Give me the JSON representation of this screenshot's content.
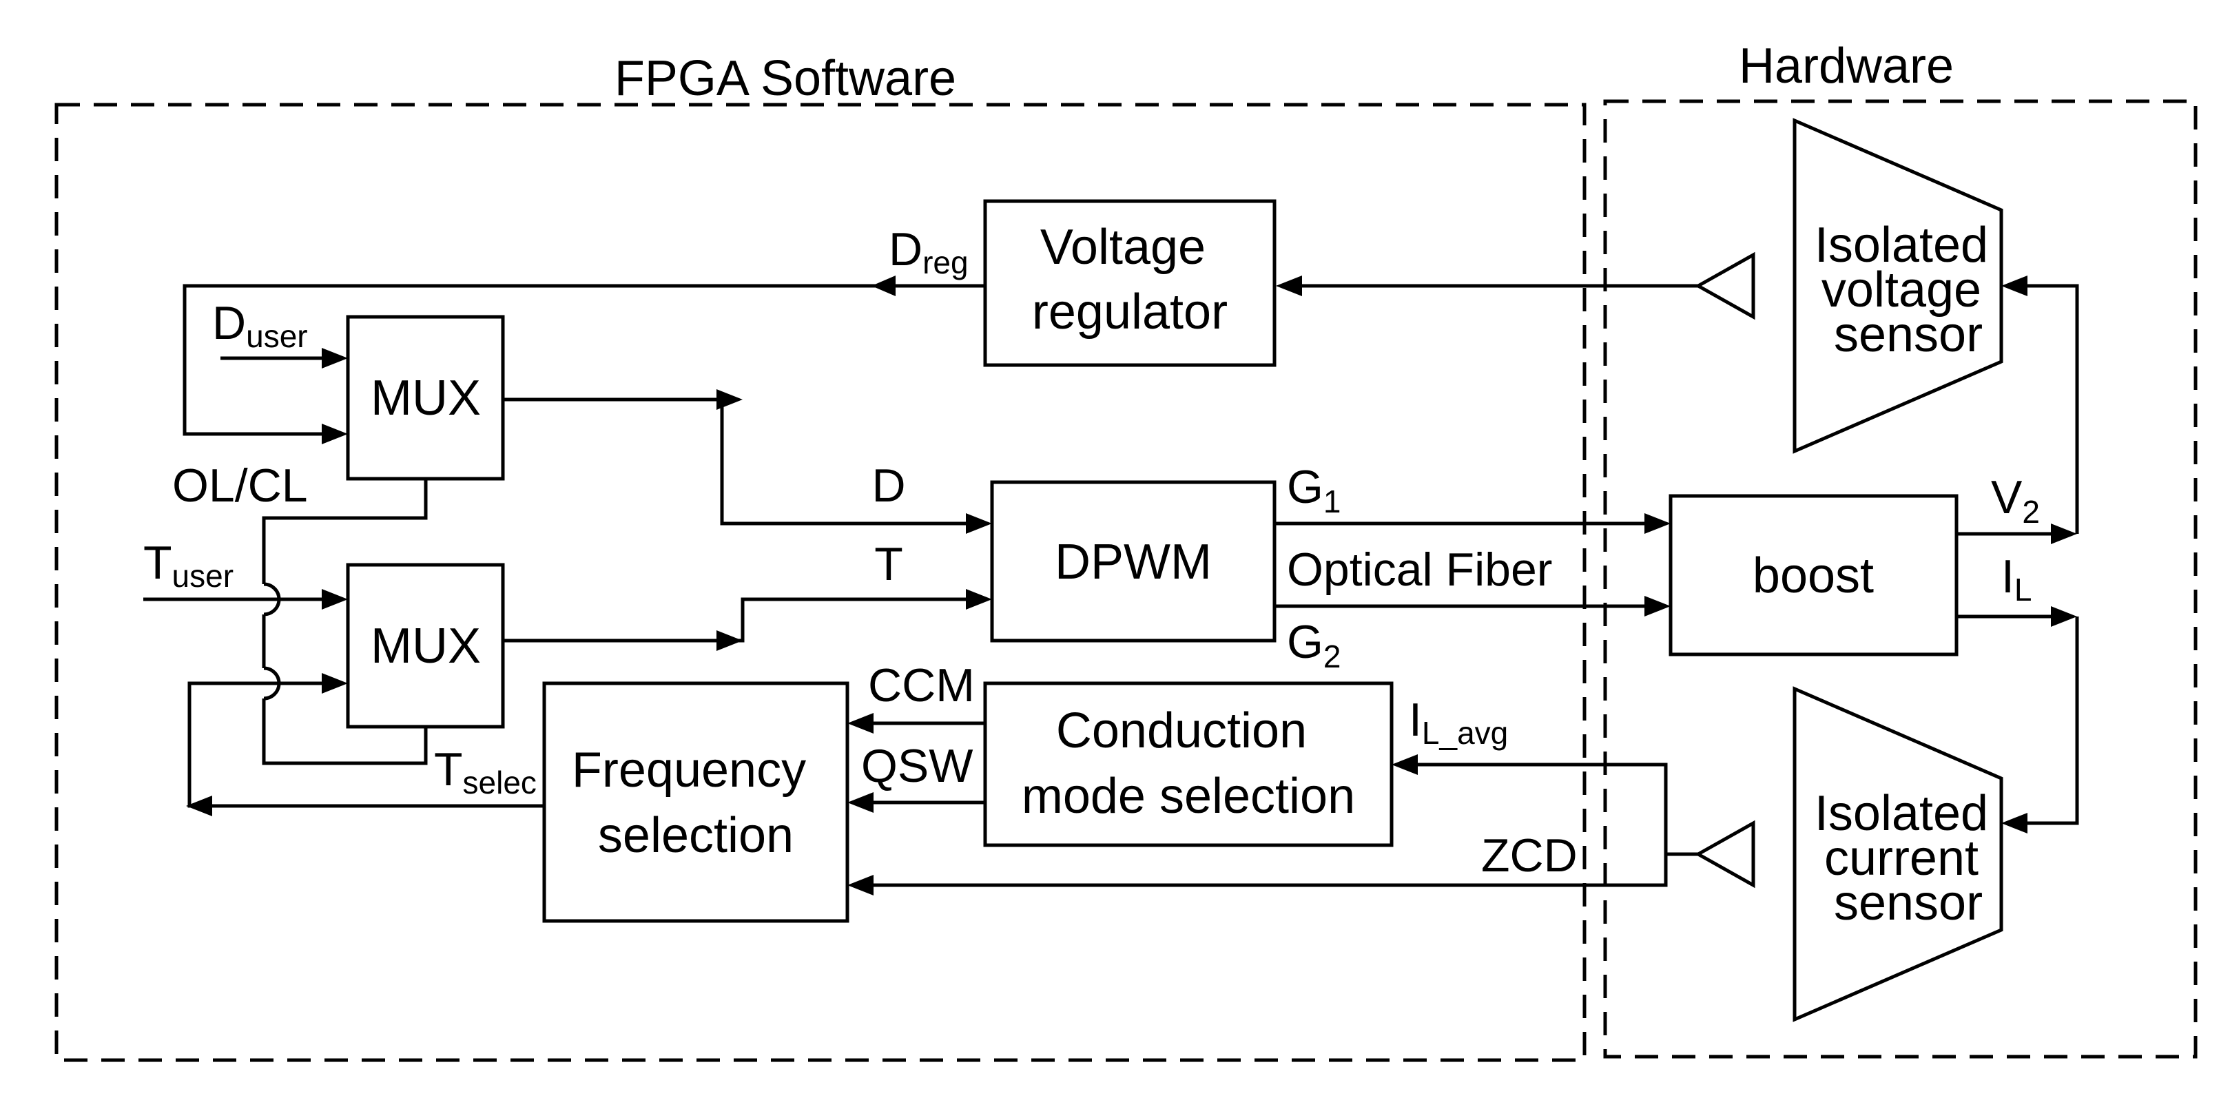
{
  "regions": {
    "software": "FPGA Software",
    "hardware": "Hardware"
  },
  "blocks": {
    "voltage_regulator": [
      "Voltage",
      "regulator"
    ],
    "mux_top": "MUX",
    "mux_bottom": "MUX",
    "dpwm": "DPWM",
    "boost": "boost",
    "conduction_mode": [
      "Conduction",
      "mode selection"
    ],
    "frequency_selection": [
      "Frequency",
      "selection"
    ],
    "voltage_sensor": [
      "Isolated",
      "voltage",
      "sensor"
    ],
    "current_sensor": [
      "Isolated",
      "current",
      "sensor"
    ]
  },
  "signals": {
    "d_reg": {
      "main": "D",
      "sub": "reg"
    },
    "d_user": {
      "main": "D",
      "sub": "user"
    },
    "ol_cl": "OL/CL",
    "t_user": {
      "main": "T",
      "sub": "user"
    },
    "d": "D",
    "t": "T",
    "g1": {
      "main": "G",
      "sub": "1"
    },
    "g2": {
      "main": "G",
      "sub": "2"
    },
    "optical_fiber": "Optical Fiber",
    "v2": {
      "main": "V",
      "sub": "2"
    },
    "il": {
      "main": "I",
      "sub": "L"
    },
    "il_avg": {
      "main": "I",
      "sub": "L_avg"
    },
    "ccm": "CCM",
    "qsw": "QSW",
    "zcd": "ZCD",
    "t_selec": {
      "main": "T",
      "sub": "selec"
    }
  }
}
